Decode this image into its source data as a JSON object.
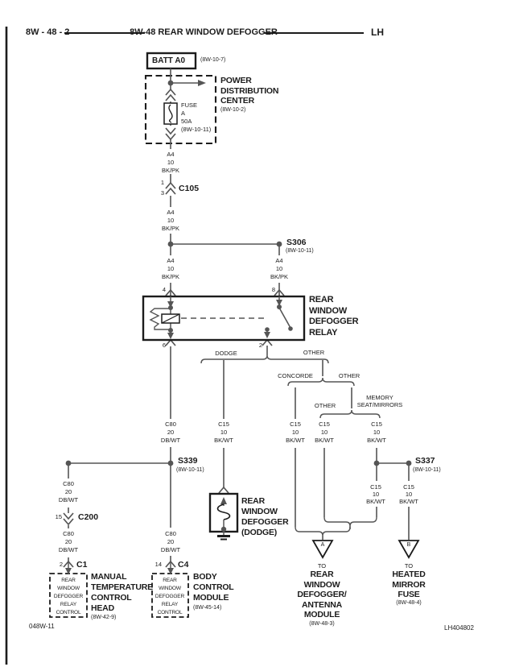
{
  "colors": {
    "ink": "#1c1c1c",
    "wire": "#555555",
    "bg": "#ffffff"
  },
  "header": {
    "left": "8W - 48 - 2",
    "title": "8W-48 REAR WINDOW DEFOGGER",
    "right": "LH"
  },
  "footer": {
    "left": "048W-11",
    "right": "LH404802"
  },
  "power": {
    "batt": "BATT A0",
    "batt_ref": "(8W-10-7)",
    "pdc_name": "POWER\nDISTRIBUTION\nCENTER",
    "pdc_ref": "(8W-10-2)",
    "fuse": "FUSE\nA\n50A\n(8W-10-11)"
  },
  "wire_labels": {
    "a4": "A4\n10\nBK/PK",
    "c80": "C80\n20\nDB/WT",
    "c15": "C15\n10\nBK/WT"
  },
  "connectors": {
    "c105": {
      "pin_top": "1",
      "pin_bottom": "3",
      "name": "C105"
    },
    "c200": {
      "pin": "15",
      "name": "C200"
    },
    "c1": {
      "pin": "2",
      "name": "C1"
    },
    "c4": {
      "pin": "14",
      "name": "C4"
    }
  },
  "splices": {
    "s306": {
      "name": "S306",
      "ref": "(8W-10-11)"
    },
    "s339": {
      "name": "S339",
      "ref": "(8W-10-11)"
    },
    "s337": {
      "name": "S337",
      "ref": "(8W-10-11)"
    }
  },
  "relay": {
    "name": "REAR\nWINDOW\nDEFOGGER\nRELAY",
    "pin_4": "4",
    "pin_8": "8",
    "pin_6": "6",
    "pin_2": "2"
  },
  "branches": {
    "dodge": "DODGE",
    "other_1": "OTHER",
    "concorde": "CONCORDE",
    "other_2": "OTHER",
    "other_3": "OTHER",
    "memory": "MEMORY\nSEAT/MIRRORS"
  },
  "components": {
    "defogger_dodge": "REAR\nWINDOW\nDEFOGGER\n(DODGE)",
    "relay_control_block": "REAR\nWINDOW\nDEFOGGER\nRELAY\nCONTROL",
    "mtc_head": {
      "name": "MANUAL\nTEMPERATURE\nCONTROL\nHEAD",
      "ref": "(8W-42-9)"
    },
    "bcm": {
      "name": "BODY\nCONTROL\nMODULE",
      "ref": "(8W-45-14)"
    }
  },
  "destinations": {
    "a": {
      "tag": "A",
      "to": "TO",
      "name": "REAR\nWINDOW\nDEFOGGER/\nANTENNA\nMODULE",
      "ref": "(8W-48-3)"
    },
    "b": {
      "tag": "B",
      "to": "TO",
      "name": "HEATED\nMIRROR\nFUSE",
      "ref": "(8W-48-4)"
    }
  }
}
